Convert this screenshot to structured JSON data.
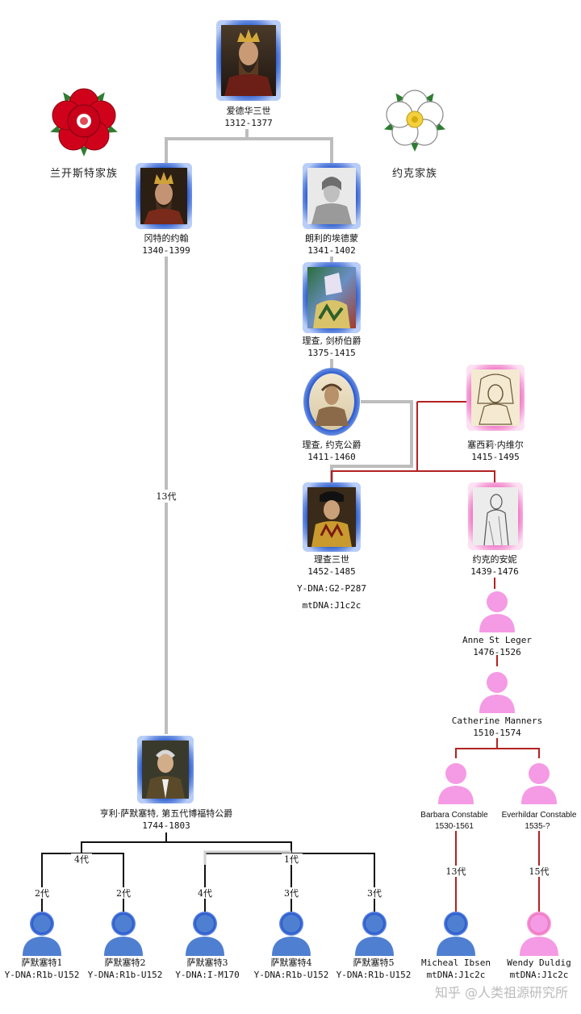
{
  "colors": {
    "male_line": "#bdbdbd",
    "female_line": "#b22222",
    "descent_line": "#111111",
    "male_frame": "#3a6fd8",
    "female_frame": "#f07cc8",
    "male_silhouette": "#4f7fd0",
    "female_silhouette": "#f59ae4"
  },
  "houses": {
    "lancaster": "兰开斯特家族",
    "york": "约克家族"
  },
  "people": {
    "edward3": {
      "name": "爱德华三世",
      "dates": "1312-1377"
    },
    "john": {
      "name": "冈特的约翰",
      "dates": "1340-1399"
    },
    "edmund": {
      "name": "朗利的埃德蒙",
      "dates": "1341-1402"
    },
    "richard_cambridge": {
      "name": "理查, 剑桥伯爵",
      "dates": "1375-1415"
    },
    "richard_york": {
      "name": "理查, 约克公爵",
      "dates": "1411-1460"
    },
    "cecily": {
      "name": "塞西莉·内维尔",
      "dates": "1415-1495"
    },
    "richard3": {
      "name": "理查三世",
      "dates": "1452-1485",
      "ydna": "Y-DNA:G2-P287",
      "mtdna": "mtDNA:J1c2c"
    },
    "anne_york": {
      "name": "约克的安妮",
      "dates": "1439-1476"
    },
    "anne_stleger": {
      "name": "Anne St Leger",
      "dates": "1476-1526"
    },
    "catherine": {
      "name": "Catherine Manners",
      "dates": "1510-1574"
    },
    "barbara": {
      "name": "Barbara Constable",
      "dates": "1530-1561"
    },
    "everhildar": {
      "name": "Everhildar Constable",
      "dates": "1535-?"
    },
    "henry": {
      "name": "亨利·萨默塞特, 第五代博福特公爵",
      "dates": "1744-1803"
    },
    "s1": {
      "name": "萨默塞特1",
      "dna": "Y-DNA:R1b-U152"
    },
    "s2": {
      "name": "萨默塞特2",
      "dna": "Y-DNA:R1b-U152"
    },
    "s3": {
      "name": "萨默塞特3",
      "dna": "Y-DNA:I-M170"
    },
    "s4": {
      "name": "萨默塞特4",
      "dna": "Y-DNA:R1b-U152"
    },
    "s5": {
      "name": "萨默塞特5",
      "dna": "Y-DNA:R1b-U152"
    },
    "micheal": {
      "name": "Micheal Ibsen",
      "dna": "mtDNA:J1c2c"
    },
    "wendy": {
      "name": "Wendy Duldig",
      "dna": "mtDNA:J1c2c"
    }
  },
  "generations": {
    "john_to_henry": "13代",
    "henry_left": "4代",
    "henry_right": "1代",
    "to_s1": "2代",
    "to_s2": "2代",
    "to_s3": "4代",
    "to_s4": "3代",
    "to_s5": "3代",
    "barbara_to_micheal": "13代",
    "everhildar_to_wendy": "15代"
  },
  "watermark": "知乎 @人类祖源研究所"
}
